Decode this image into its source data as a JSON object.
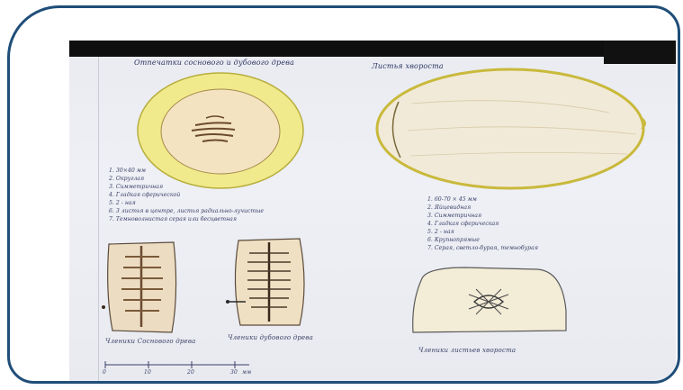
{
  "figure": {
    "titles": {
      "left_top": "Отпечатки соснового и дубового древа",
      "right_top": "Листья хвороста"
    },
    "notes_left": [
      "1. 30×40 мм",
      "2. Округлая",
      "3. Симметричная",
      "4. Гладкая сферической",
      "5. 2 - ная",
      "6. 3 листья в центре, листья радиально-лучистые",
      "7. Темноволнистая серая или бесцветная"
    ],
    "notes_right": [
      "1. 60-70 × 45 мм",
      "2. Яйцевидная",
      "3. Симметричная",
      "4. Гладкая сферическая",
      "5. 2 - ная",
      "6. Крупнопрямые",
      "7. Серая, светло-бурая, темнобурая"
    ],
    "captions": {
      "pine_section": "Членики Соснового древа",
      "oak_section": "Членики дубового древа",
      "hazel_section": "Членики листьев хвороста"
    },
    "scale_bar": {
      "ticks": [
        "0",
        "10",
        "20",
        "30"
      ],
      "unit": "мм"
    },
    "colors": {
      "frame": "#1f4e79",
      "paper": "#eceef4",
      "pencil_yellow": "#e9e36a",
      "pencil_brown": "#6b4a2e"
    }
  }
}
